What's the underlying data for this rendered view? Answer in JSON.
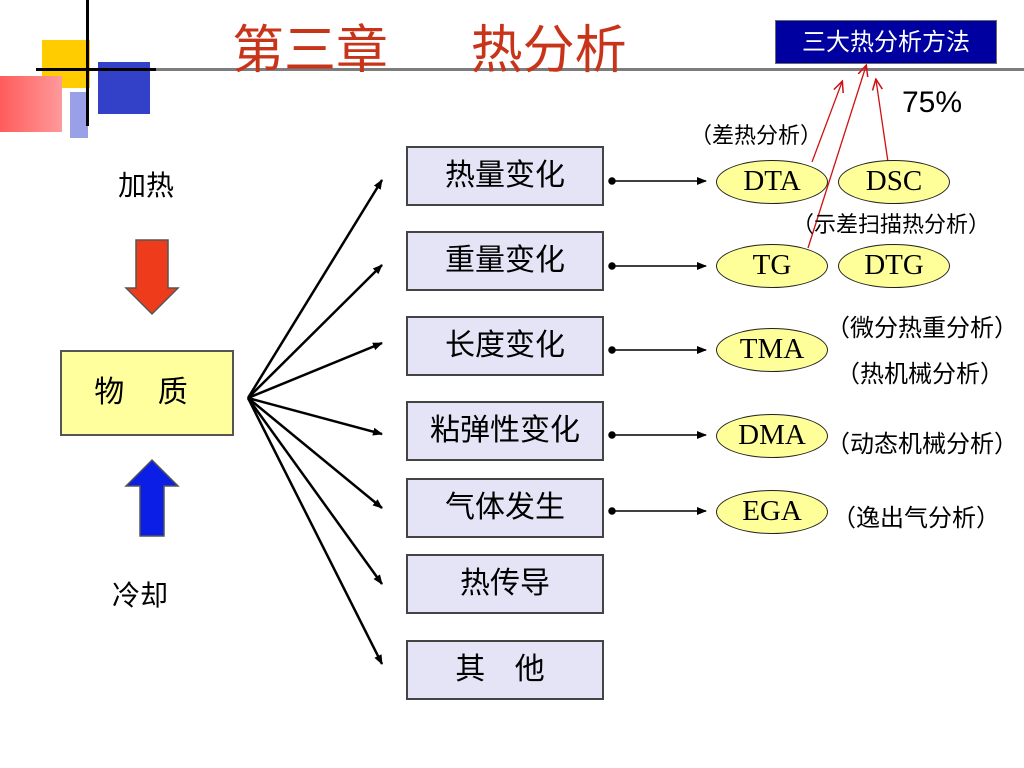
{
  "title": "第三章     热分析",
  "badge": "三大热分析方法",
  "percent": "75%",
  "heat": "加热",
  "cool": "冷却",
  "substance": "物 质",
  "changes": [
    "热量变化",
    "重量变化",
    "长度变化",
    "粘弹性变化",
    "气体发生",
    "热传导",
    "其 他"
  ],
  "methods": {
    "dta": "DTA",
    "dsc": "DSC",
    "tg": "TG",
    "dtg": "DTG",
    "tma": "TMA",
    "dma": "DMA",
    "ega": "EGA"
  },
  "notes": {
    "dta": "（差热分析）",
    "dsc": "（示差扫描热分析）",
    "dtg": "（微分热重分析）",
    "tma": "（热机械分析）",
    "dma": "（动态机械分析）",
    "ega": "（逸出气分析）"
  },
  "colors": {
    "title": "#c8341a",
    "badge_bg": "#0000a0",
    "down_arrow": "#ee3b1c",
    "up_arrow": "#0a1ee6",
    "box_fill": "#e4e4f6",
    "ellipse_fill": "#ffff99",
    "substance_fill": "#ffff9e"
  }
}
